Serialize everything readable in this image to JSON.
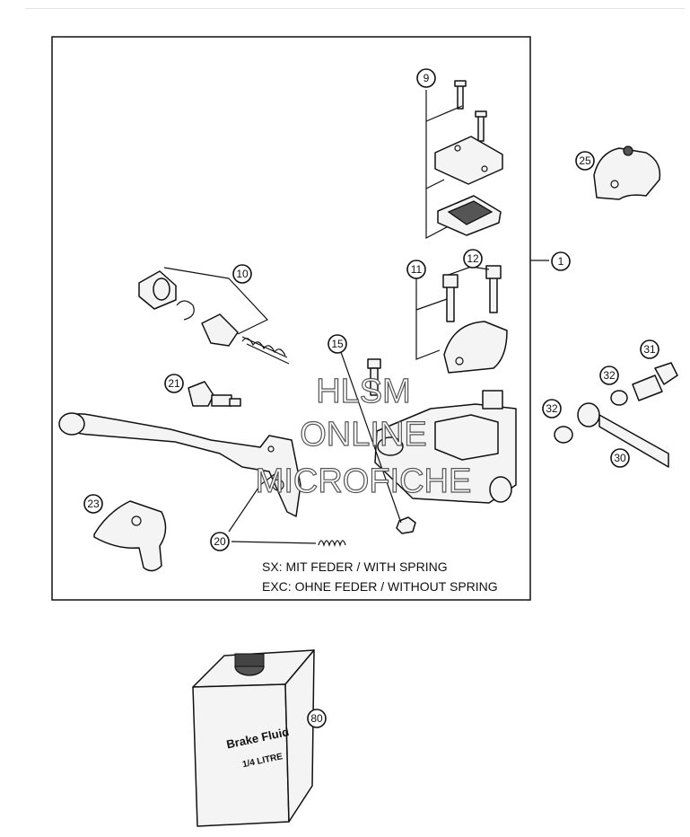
{
  "callouts": [
    "1",
    "9",
    "10",
    "11",
    "12",
    "15",
    "20",
    "21",
    "23",
    "25",
    "30",
    "31",
    "32",
    "32",
    "80"
  ],
  "notes": {
    "sx": "SX:    MIT FEDER / WITH SPRING",
    "exc": "EXC: OHNE FEDER / WITHOUT SPRING"
  },
  "watermark": {
    "line1": "HLSM",
    "line2": "ONLINE",
    "line3": "MICROFICHE"
  },
  "container": {
    "label_line1": "Brake Fluid",
    "label_line2": "1/4 LITRE"
  }
}
